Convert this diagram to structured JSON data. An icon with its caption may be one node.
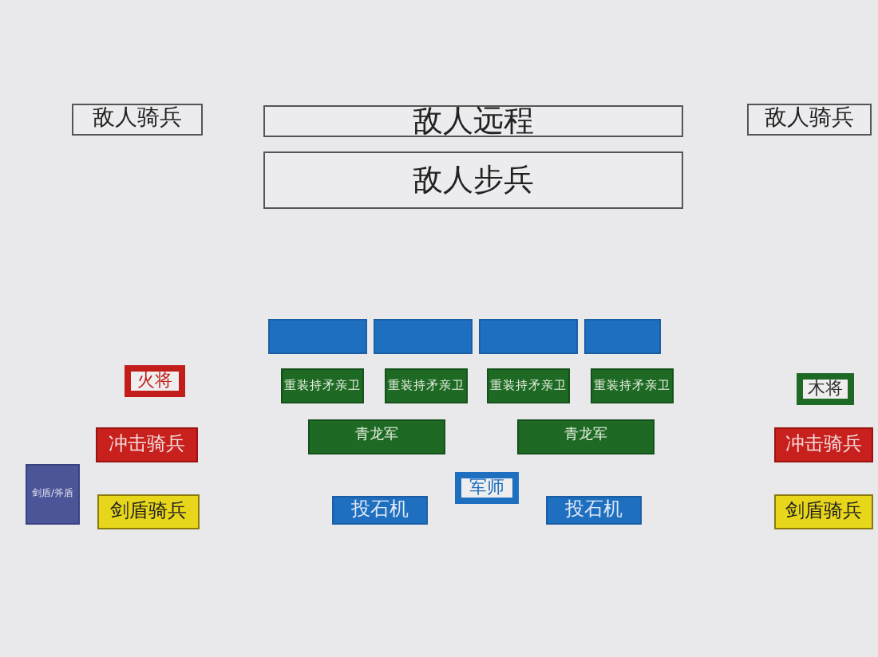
{
  "diagram": {
    "nodes": [
      {
        "text": [
          "敌人骑兵"
        ]
      },
      {
        "text": [
          "敌人远程"
        ]
      },
      {
        "text": [
          "敌人骑兵"
        ]
      },
      {
        "text": [
          "敌人步兵"
        ]
      },
      {
        "text": [],
        "shape": "box"
      },
      {
        "text": [],
        "shape": "box"
      },
      {
        "text": [],
        "shape": "box"
      },
      {
        "text": [],
        "shape": "box"
      },
      {
        "text": [
          "火将"
        ]
      },
      {
        "text": [
          "重装持矛亲卫"
        ]
      },
      {
        "text": [
          "重装持矛亲卫"
        ]
      },
      {
        "text": [
          "重装持矛亲卫"
        ]
      },
      {
        "text": [
          "重装持矛亲卫"
        ]
      },
      {
        "text": [
          "木将"
        ]
      },
      {
        "text": [
          "青龙军"
        ]
      },
      {
        "text": [
          "青龙军"
        ]
      },
      {
        "text": [
          "冲击骑兵"
        ]
      },
      {
        "text": [
          "冲击骑兵"
        ]
      },
      {
        "text": [
          "军师"
        ]
      },
      {
        "text": [
          "剑盾/斧盾"
        ]
      },
      {
        "text": [
          "剑盾骑兵"
        ]
      },
      {
        "text": [
          "投石机"
        ]
      },
      {
        "text": [
          "投石机"
        ]
      },
      {
        "text": [
          "剑盾骑兵"
        ]
      }
    ]
  }
}
